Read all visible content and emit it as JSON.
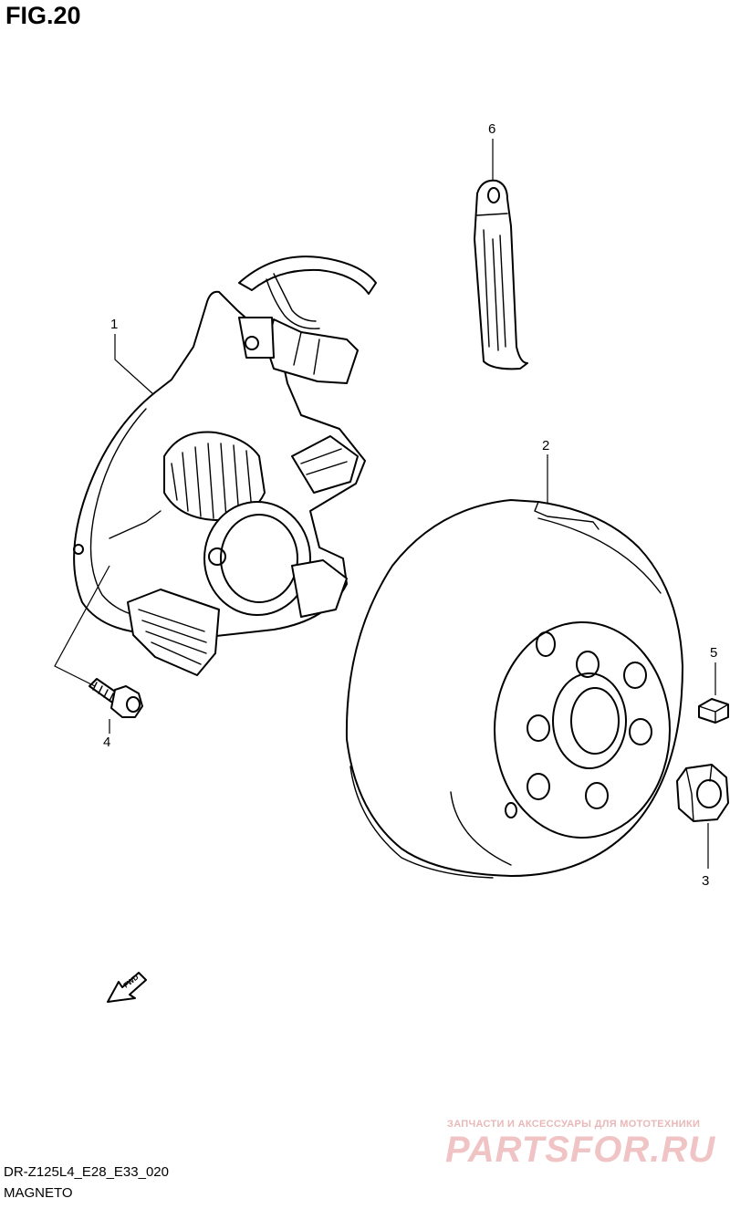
{
  "figure": {
    "title": "FIG.20"
  },
  "callouts": {
    "part_1": "1",
    "part_2": "2",
    "part_3": "3",
    "part_4": "4",
    "part_5": "5",
    "part_6": "6"
  },
  "fwd_arrow": {
    "label": "FWD",
    "icon": "fwd-arrow-icon"
  },
  "footer": {
    "code": "DR-Z125L4_E28_E33_020",
    "name": "MAGNETO"
  },
  "watermark": {
    "tagline": "ЗАПЧАСТИ И АКСЕССУАРЫ ДЛЯ МОТОТЕХНИКИ",
    "site": "PARTSFOR.RU",
    "color": "#e8b8b8"
  }
}
